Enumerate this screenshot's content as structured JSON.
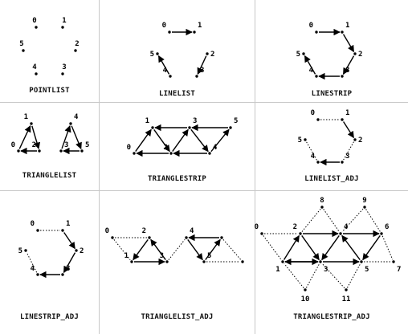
{
  "panels": [
    {
      "title": "POINTLIST",
      "points": [
        {
          "label": "0"
        },
        {
          "label": "1"
        },
        {
          "label": "2"
        },
        {
          "label": "3"
        },
        {
          "label": "4"
        },
        {
          "label": "5"
        }
      ],
      "segments": []
    },
    {
      "title": "LINELIST",
      "points": [
        {
          "label": "0"
        },
        {
          "label": "1"
        },
        {
          "label": "2"
        },
        {
          "label": "3"
        },
        {
          "label": "4"
        },
        {
          "label": "5"
        }
      ],
      "segments": [
        {
          "from": "0",
          "to": "1",
          "style": "solid"
        },
        {
          "from": "2",
          "to": "3",
          "style": "solid"
        },
        {
          "from": "4",
          "to": "5",
          "style": "solid"
        }
      ]
    },
    {
      "title": "LINESTRIP",
      "points": [
        {
          "label": "0"
        },
        {
          "label": "1"
        },
        {
          "label": "2"
        },
        {
          "label": "3"
        },
        {
          "label": "4"
        },
        {
          "label": "5"
        }
      ],
      "segments": [
        {
          "from": "0",
          "to": "1",
          "style": "solid"
        },
        {
          "from": "1",
          "to": "2",
          "style": "solid"
        },
        {
          "from": "2",
          "to": "3",
          "style": "solid"
        },
        {
          "from": "3",
          "to": "4",
          "style": "solid"
        },
        {
          "from": "4",
          "to": "5",
          "style": "solid"
        }
      ]
    },
    {
      "title": "TRIANGLELIST",
      "points": [
        {
          "label": "0"
        },
        {
          "label": "1"
        },
        {
          "label": "2"
        },
        {
          "label": "3"
        },
        {
          "label": "4"
        },
        {
          "label": "5"
        }
      ],
      "segments": [
        {
          "from": "0",
          "to": "1",
          "style": "solid"
        },
        {
          "from": "1",
          "to": "2",
          "style": "solid"
        },
        {
          "from": "2",
          "to": "0",
          "style": "solid"
        },
        {
          "from": "3",
          "to": "4",
          "style": "solid"
        },
        {
          "from": "4",
          "to": "5",
          "style": "solid"
        },
        {
          "from": "5",
          "to": "3",
          "style": "solid"
        }
      ]
    },
    {
      "title": "TRIANGLESTRIP",
      "points": [
        {
          "label": "0"
        },
        {
          "label": "1"
        },
        {
          "label": "2"
        },
        {
          "label": "3"
        },
        {
          "label": "4"
        },
        {
          "label": "5"
        }
      ],
      "segments": [
        {
          "from": "0",
          "to": "1",
          "style": "solid"
        },
        {
          "from": "1",
          "to": "2",
          "style": "solid"
        },
        {
          "from": "2",
          "to": "0",
          "style": "solid"
        },
        {
          "from": "2",
          "to": "3",
          "style": "solid"
        },
        {
          "from": "3",
          "to": "1",
          "style": "solid"
        },
        {
          "from": "3",
          "to": "4",
          "style": "solid"
        },
        {
          "from": "4",
          "to": "2",
          "style": "solid"
        },
        {
          "from": "4",
          "to": "5",
          "style": "solid"
        },
        {
          "from": "5",
          "to": "3",
          "style": "solid"
        }
      ]
    },
    {
      "title": "LINELIST_ADJ",
      "points": [
        {
          "label": "0"
        },
        {
          "label": "1"
        },
        {
          "label": "2"
        },
        {
          "label": "3"
        },
        {
          "label": "4"
        },
        {
          "label": "5"
        }
      ],
      "segments": [
        {
          "from": "0",
          "to": "1",
          "style": "dotted"
        },
        {
          "from": "1",
          "to": "2",
          "style": "solid"
        },
        {
          "from": "2",
          "to": "3",
          "style": "dotted"
        },
        {
          "from": "3",
          "to": "4",
          "style": "solid"
        },
        {
          "from": "4",
          "to": "5",
          "style": "dotted"
        }
      ]
    },
    {
      "title": "LINESTRIP_ADJ",
      "points": [
        {
          "label": "0"
        },
        {
          "label": "1"
        },
        {
          "label": "2"
        },
        {
          "label": "3"
        },
        {
          "label": "4"
        },
        {
          "label": "5"
        }
      ],
      "segments": [
        {
          "from": "0",
          "to": "1",
          "style": "dotted"
        },
        {
          "from": "1",
          "to": "2",
          "style": "solid"
        },
        {
          "from": "2",
          "to": "3",
          "style": "solid"
        },
        {
          "from": "3",
          "to": "4",
          "style": "solid"
        },
        {
          "from": "4",
          "to": "5",
          "style": "dotted"
        }
      ]
    },
    {
      "title": "TRIANGLELIST_ADJ",
      "points": [
        {
          "label": "0"
        },
        {
          "label": "1"
        },
        {
          "label": "2"
        },
        {
          "label": "3"
        },
        {
          "label": "4"
        },
        {
          "label": "5"
        },
        {
          "label": "",
          "id": "d1"
        },
        {
          "label": "",
          "id": "d2"
        }
      ],
      "segments": [
        {
          "from": "0",
          "to": "2",
          "style": "dotted"
        },
        {
          "from": "0",
          "to": "1",
          "style": "dotted"
        },
        {
          "from": "2",
          "to": "1",
          "style": "solid"
        },
        {
          "from": "2",
          "to": "d1",
          "style": "dotted"
        },
        {
          "from": "1",
          "to": "3",
          "style": "dotted"
        },
        {
          "from": "d1",
          "to": "3",
          "style": "dotted"
        },
        {
          "from": "3",
          "to": "1",
          "style": "solid"
        },
        {
          "from": "2",
          "to": "3",
          "style": "solid"
        },
        {
          "from": "4",
          "to": "6",
          "style": "dotted"
        },
        {
          "from": "4",
          "to": "3",
          "style": "dotted"
        },
        {
          "from": "6",
          "to": "5",
          "style": "solid"
        },
        {
          "from": "5",
          "to": "4",
          "style": "solid"
        },
        {
          "from": "4",
          "to": "6",
          "style": "solid"
        },
        {
          "from": "6",
          "to": "d2",
          "style": "dotted"
        },
        {
          "from": "5",
          "to": "d2",
          "style": "dotted"
        },
        {
          "from": "3",
          "to": "5",
          "style": "dotted"
        }
      ]
    },
    {
      "title": "TRIANGLESTRIP_ADJ",
      "points": [
        {
          "label": "0"
        },
        {
          "label": "1"
        },
        {
          "label": "2"
        },
        {
          "label": "3"
        },
        {
          "label": "4"
        },
        {
          "label": "5"
        },
        {
          "label": "6"
        },
        {
          "label": "7"
        },
        {
          "label": "8"
        },
        {
          "label": "9"
        },
        {
          "label": "10"
        },
        {
          "label": "11"
        }
      ],
      "segments": []
    }
  ]
}
